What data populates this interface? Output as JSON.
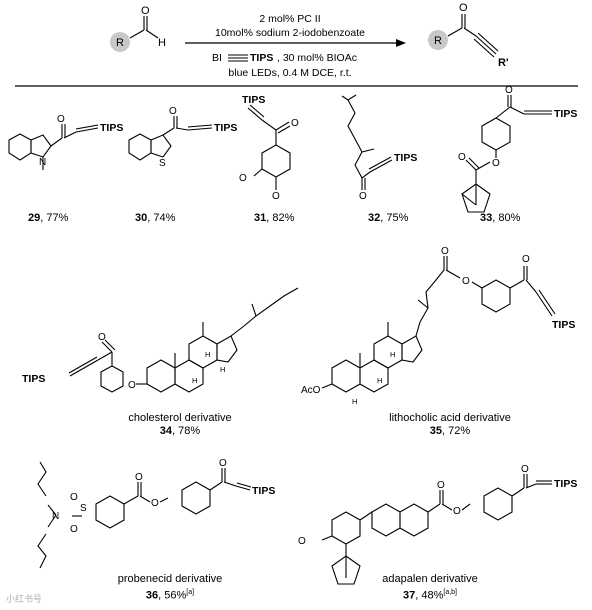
{
  "header": {
    "reactant_R": "R",
    "reactant_O": "O",
    "reactant_H": "H",
    "cond1": "2 mol% PC II",
    "cond2": "10mol% sodium 2-iodobenzoate",
    "reagent_BI": "BI",
    "reagent_TIPS": "TIPS",
    "reagent_rest": ", 30 mol% BIOAc",
    "cond4": "blue LEDs, 0.4 M DCE, r.t.",
    "product_R": "R",
    "product_O": "O",
    "product_Rprime": "R'"
  },
  "atoms": {
    "O": "O",
    "N": "N",
    "S": "S",
    "H": "H",
    "TIPS": "TIPS",
    "AcO": "AcO",
    "OMe": "O"
  },
  "compounds": [
    {
      "num": "29",
      "yield": ", 77%"
    },
    {
      "num": "30",
      "yield": ", 74%"
    },
    {
      "num": "31",
      "yield": ", 82%"
    },
    {
      "num": "32",
      "yield": ", 75%"
    },
    {
      "num": "33",
      "yield": ", 80%"
    },
    {
      "name": "cholesterol derivative",
      "num": "34",
      "yield": ", 78%"
    },
    {
      "name": "lithocholic acid derivative",
      "num": "35",
      "yield": ", 72%"
    },
    {
      "name": "probenecid derivative",
      "num": "36",
      "yield": ", 56%",
      "note": "[a]"
    },
    {
      "name": "adapalen derivative",
      "num": "37",
      "yield": ", 48%",
      "note": "[a,b]"
    }
  ],
  "watermark": "小红书号"
}
